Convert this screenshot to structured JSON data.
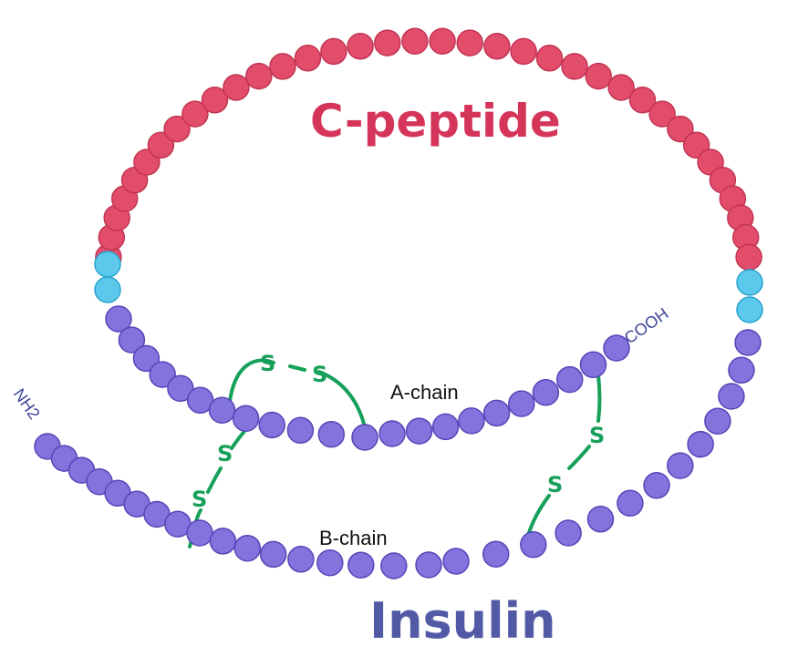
{
  "labels": {
    "c_peptide": "C-peptide",
    "insulin": "Insulin",
    "a_chain": "A-chain",
    "b_chain": "B-chain",
    "nh2": "NH2",
    "cooh": "COOH",
    "sulfur": "S"
  },
  "colors": {
    "c_peptide": "#e24d6b",
    "c_peptide_title": "#d6355a",
    "linker": "#5cc8ec",
    "chain": "#8373dc",
    "chain_stroke": "#5546b8",
    "insulin_title": "#525aa6",
    "terminus_text": "#3e4798",
    "disulfide": "#16a05a",
    "text": "#111111"
  }
}
